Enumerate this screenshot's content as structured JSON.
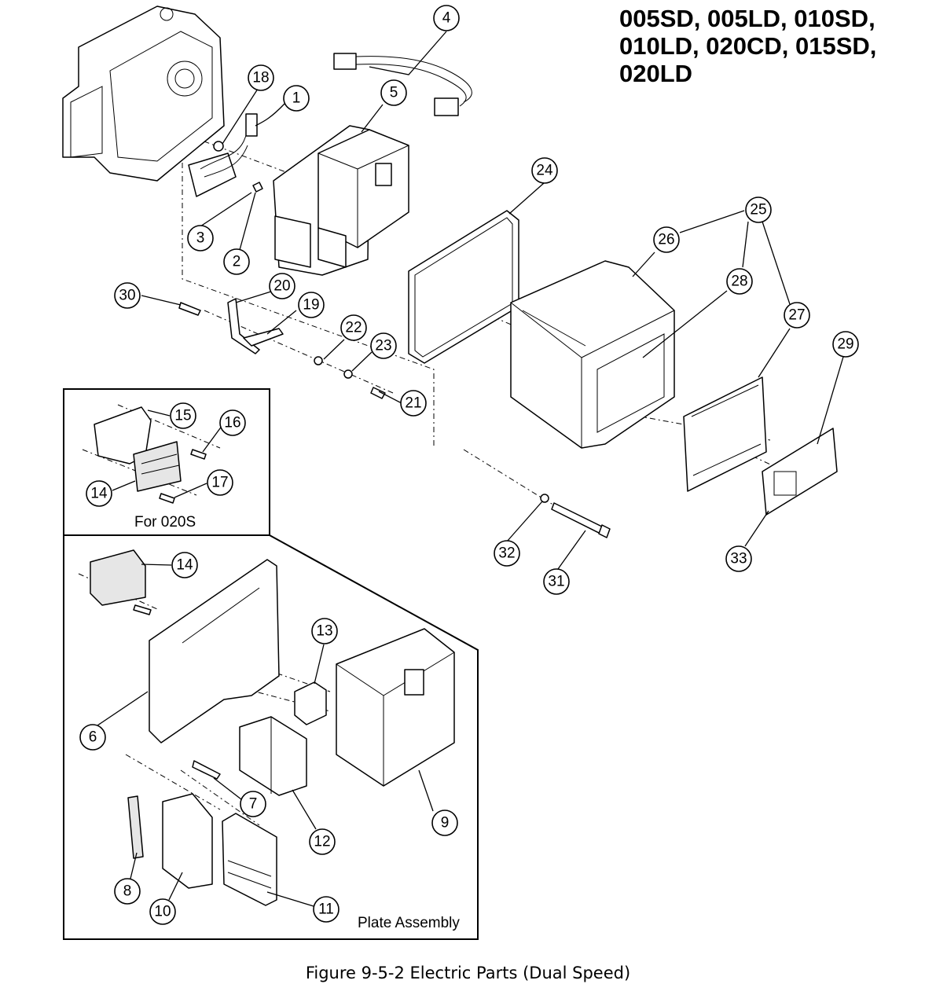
{
  "models": [
    "005SD, 005LD, 010SD,",
    "010LD, 020CD, 015SD,",
    "020LD"
  ],
  "caption": "Figure 9-5-2 Electric Parts (Dual Speed)",
  "insets": {
    "for_020s": "For 020S",
    "plate_assembly": "Plate Assembly"
  },
  "callouts": {
    "c1": "1",
    "c2": "2",
    "c3": "3",
    "c4": "4",
    "c5": "5",
    "c6": "6",
    "c7": "7",
    "c8": "8",
    "c9": "9",
    "c10": "10",
    "c11": "11",
    "c12": "12",
    "c13": "13",
    "c14a": "14",
    "c14b": "14",
    "c15": "15",
    "c16": "16",
    "c17": "17",
    "c18": "18",
    "c19": "19",
    "c20": "20",
    "c21": "21",
    "c22": "22",
    "c23": "23",
    "c24": "24",
    "c25": "25",
    "c26": "26",
    "c27": "27",
    "c28": "28",
    "c29": "29",
    "c30": "30",
    "c31": "31",
    "c32": "32",
    "c33": "33"
  }
}
